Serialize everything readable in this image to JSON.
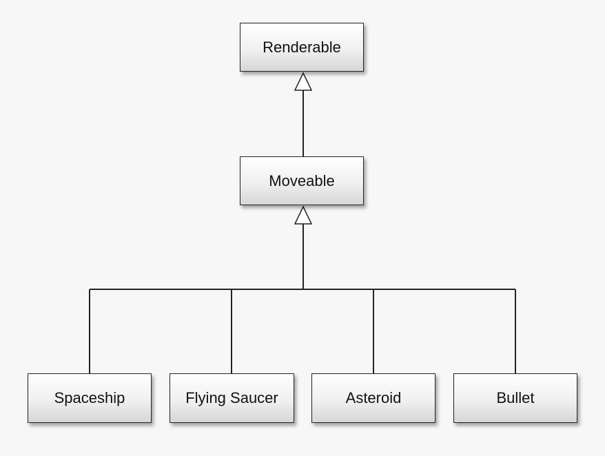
{
  "nodes": {
    "renderable": "Renderable",
    "moveable": "Moveable",
    "spaceship": "Spaceship",
    "flying_saucer": "Flying Saucer",
    "asteroid": "Asteroid",
    "bullet": "Bullet"
  },
  "relations": [
    {
      "child": "Moveable",
      "parent": "Renderable",
      "type": "inheritance"
    },
    {
      "child": "Spaceship",
      "parent": "Moveable",
      "type": "inheritance"
    },
    {
      "child": "Flying Saucer",
      "parent": "Moveable",
      "type": "inheritance"
    },
    {
      "child": "Asteroid",
      "parent": "Moveable",
      "type": "inheritance"
    },
    {
      "child": "Bullet",
      "parent": "Moveable",
      "type": "inheritance"
    }
  ]
}
